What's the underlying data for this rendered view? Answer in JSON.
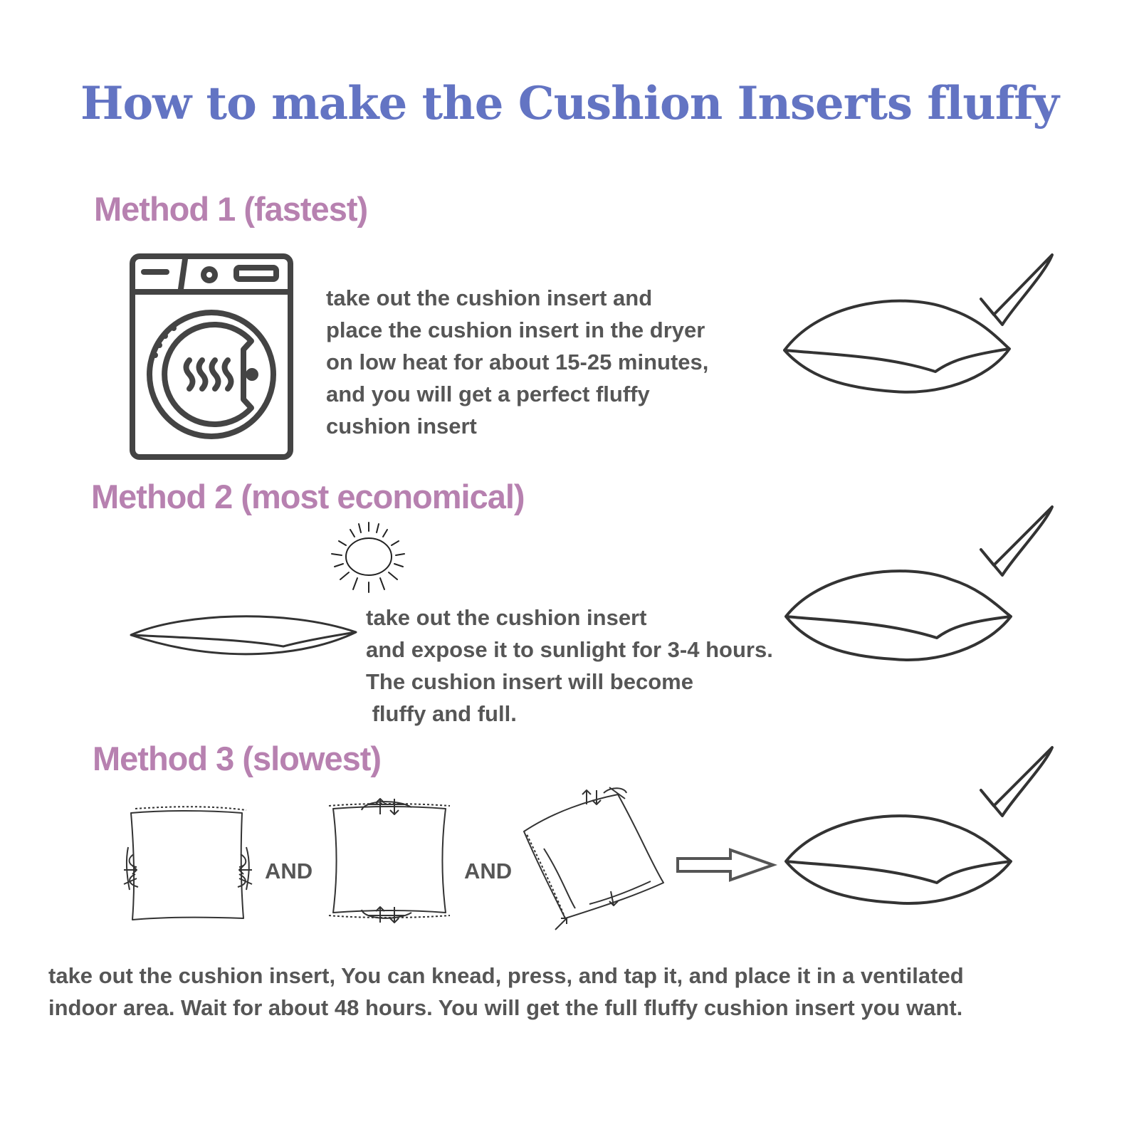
{
  "title": "How to make the Cushion Inserts fluffy",
  "colors": {
    "title": "#6374c3",
    "method_heading": "#b781b0",
    "text": "#565656",
    "icon_stroke": "#444444"
  },
  "methods": [
    {
      "heading": "Method 1 (fastest)",
      "icon": "dryer-icon",
      "text_lines": [
        "take out the cushion insert and",
        "place the cushion insert in the dryer",
        "on low heat for about 15-25 minutes,",
        "and you will get a perfect fluffy",
        "cushion insert"
      ]
    },
    {
      "heading": "Method 2 (most economical)",
      "icon": "sun-icon",
      "text_lines": [
        "take out the cushion insert",
        "and expose it to sunlight for 3-4 hours.",
        "The cushion insert will become",
        " fluffy and full."
      ]
    },
    {
      "heading": "Method 3 (slowest)",
      "and_label": "AND",
      "icons": [
        "squeeze-sides-icon",
        "squeeze-top-bottom-icon",
        "tap-corners-icon",
        "arrow-right-icon"
      ],
      "text_lines": [
        "take out the cushion insert, You can knead, press, and tap it, and place it in a ventilated",
        "indoor area. Wait for about 48 hours. You will get the full fluffy cushion insert you want."
      ]
    }
  ]
}
